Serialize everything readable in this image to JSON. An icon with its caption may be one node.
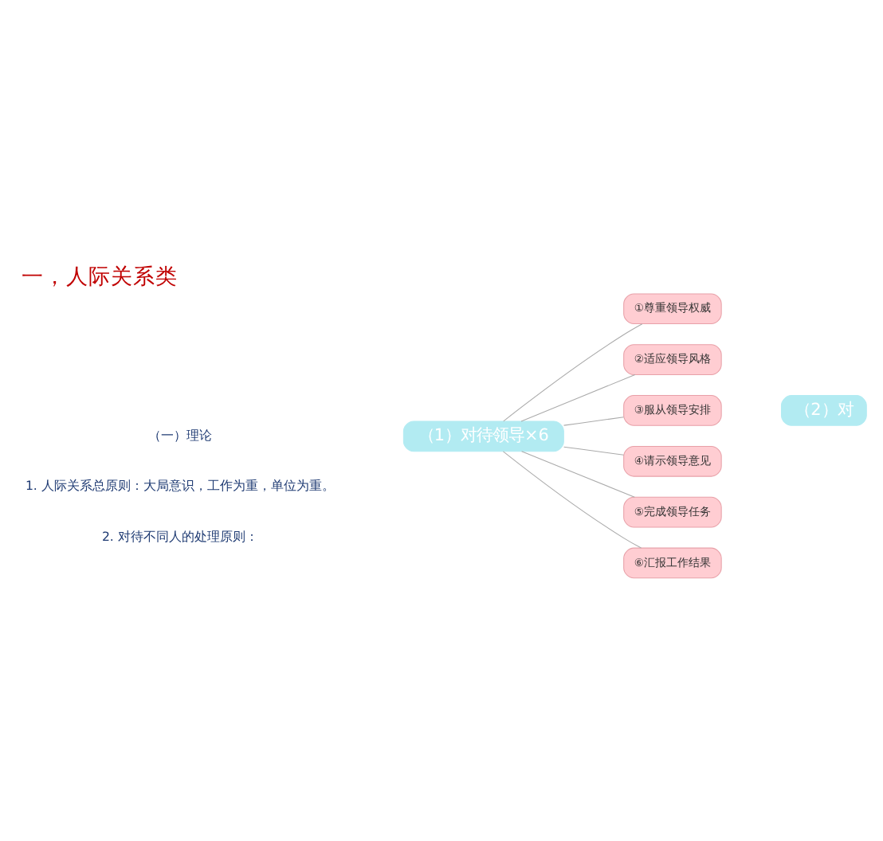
{
  "diagram": {
    "title": "一，人际关系类",
    "nodes": [
      {
        "text": [
          "（1）对待领导×6"
        ]
      },
      {
        "text": [
          "①尊重领导权威"
        ]
      },
      {
        "text": [
          "②适应领导风格"
        ]
      },
      {
        "text": [
          "③服从领导安排"
        ]
      },
      {
        "text": [
          "④请示领导意见"
        ]
      },
      {
        "text": [
          "⑤完成领导任务"
        ]
      },
      {
        "text": [
          "⑥汇报工作结果"
        ]
      },
      {
        "text": [
          "（2）对"
        ]
      }
    ],
    "edges": [
      {
        "from": 0,
        "to": 1,
        "arrow": "none"
      },
      {
        "from": 0,
        "to": 2,
        "arrow": "none"
      },
      {
        "from": 0,
        "to": 3,
        "arrow": "none"
      },
      {
        "from": 0,
        "to": 4,
        "arrow": "none"
      },
      {
        "from": 0,
        "to": 5,
        "arrow": "none"
      },
      {
        "from": 0,
        "to": 6,
        "arrow": "none"
      }
    ],
    "labels": [
      "（一）理论",
      "1. 人际关系总原则：大局意识，工作为重，单位为重。",
      "2. 对待不同人的处理原则："
    ]
  }
}
